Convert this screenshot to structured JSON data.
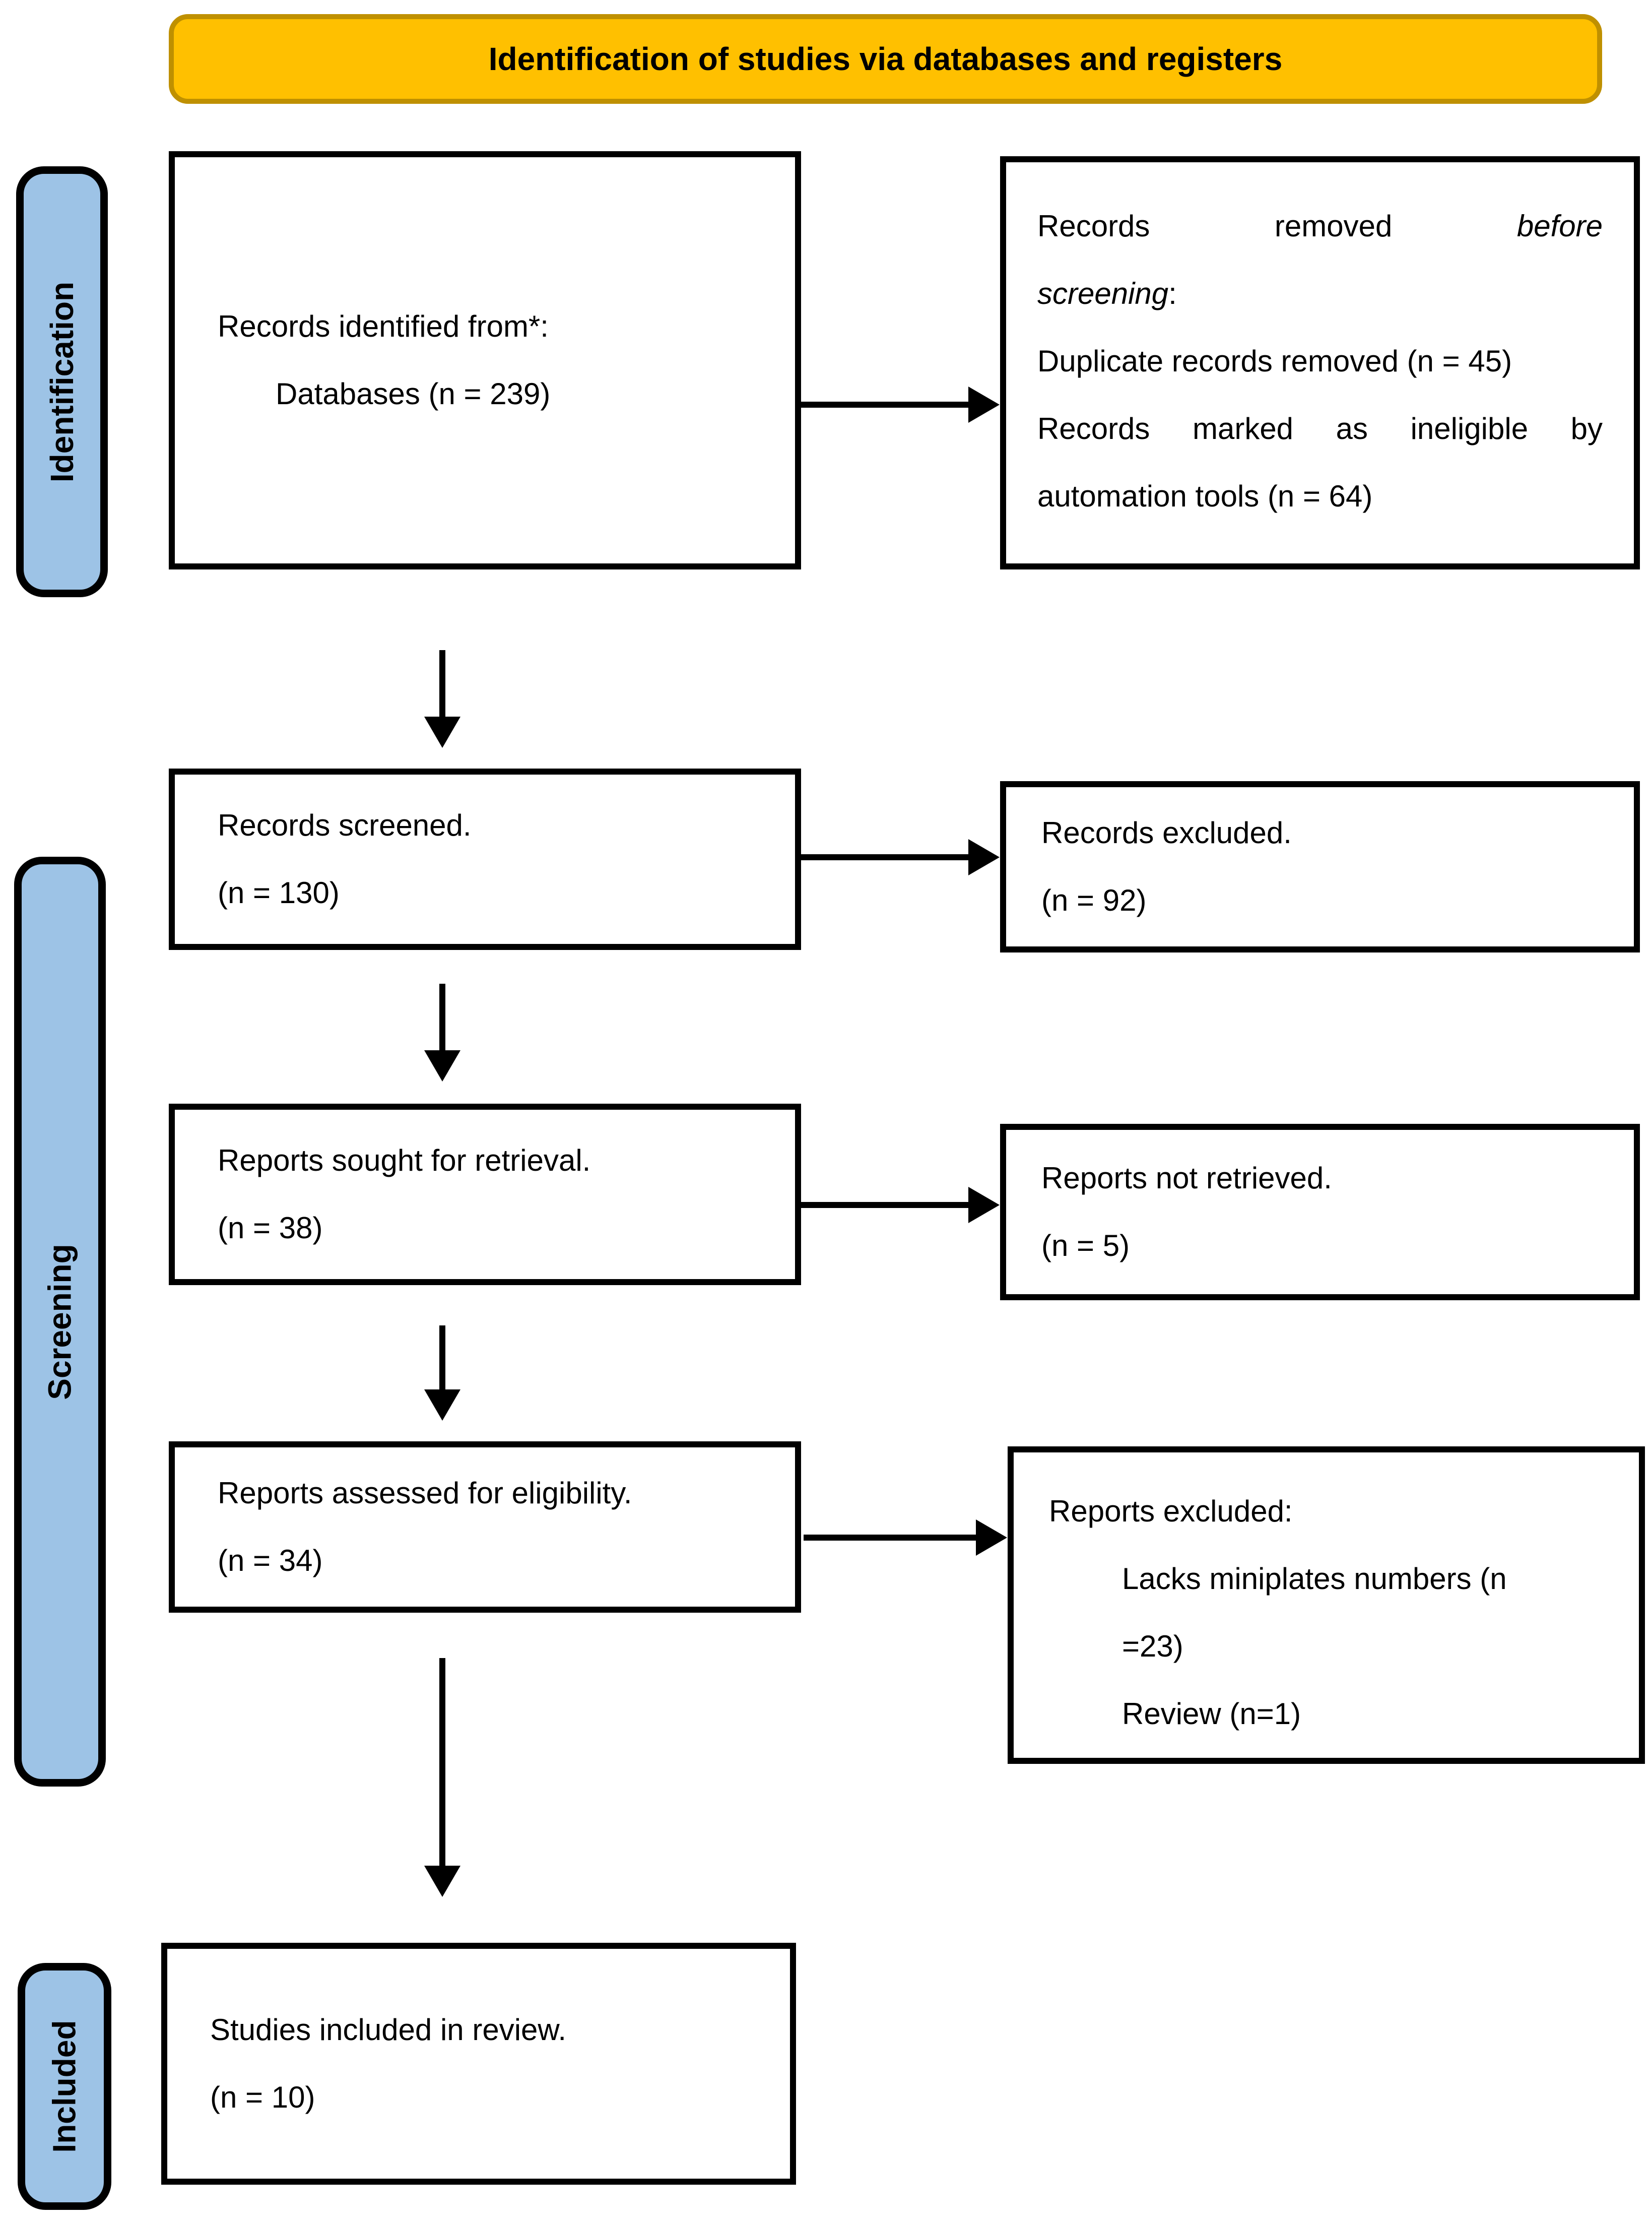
{
  "banner": {
    "title": "Identification of studies via databases and registers"
  },
  "sidebar": {
    "identification": "Identification",
    "screening": "Screening",
    "included": "Included"
  },
  "boxes": {
    "identified": {
      "line1": "Records identified from*:",
      "line2": "Databases (n = 239)"
    },
    "removed": {
      "l1w1": "Records",
      "l1w2": "removed",
      "l1w3": "before",
      "l2_italic": "screening",
      "l2_suffix": ":",
      "l3": "Duplicate records removed (n = 45)",
      "l4w1": "Records",
      "l4w2": "marked",
      "l4w3": "as",
      "l4w4": "ineligible",
      "l4w5": "by",
      "l5": "automation tools (n = 64)"
    },
    "screened": {
      "line1": "Records screened.",
      "line2": "(n = 130)"
    },
    "records_excluded": {
      "line1": "Records excluded.",
      "line2": "(n = 92)"
    },
    "sought": {
      "line1": "Reports sought for retrieval.",
      "line2": "(n = 38)"
    },
    "not_retrieved": {
      "line1": "Reports not retrieved.",
      "line2": "(n = 5)"
    },
    "assessed": {
      "line1": "Reports assessed for eligibility.",
      "line2": "(n = 34)"
    },
    "reports_excluded": {
      "line1": "Reports excluded:",
      "line2": "Lacks miniplates numbers (n",
      "line3": "=23)",
      "line4": "Review (n=1)"
    },
    "included_studies": {
      "line1": "Studies included in review.",
      "line2": "(n = 10)"
    }
  },
  "colors": {
    "banner_fill": "#FFC000",
    "banner_border": "#BF9000",
    "sidebar_fill": "#9DC3E6",
    "line_color": "#000000"
  }
}
